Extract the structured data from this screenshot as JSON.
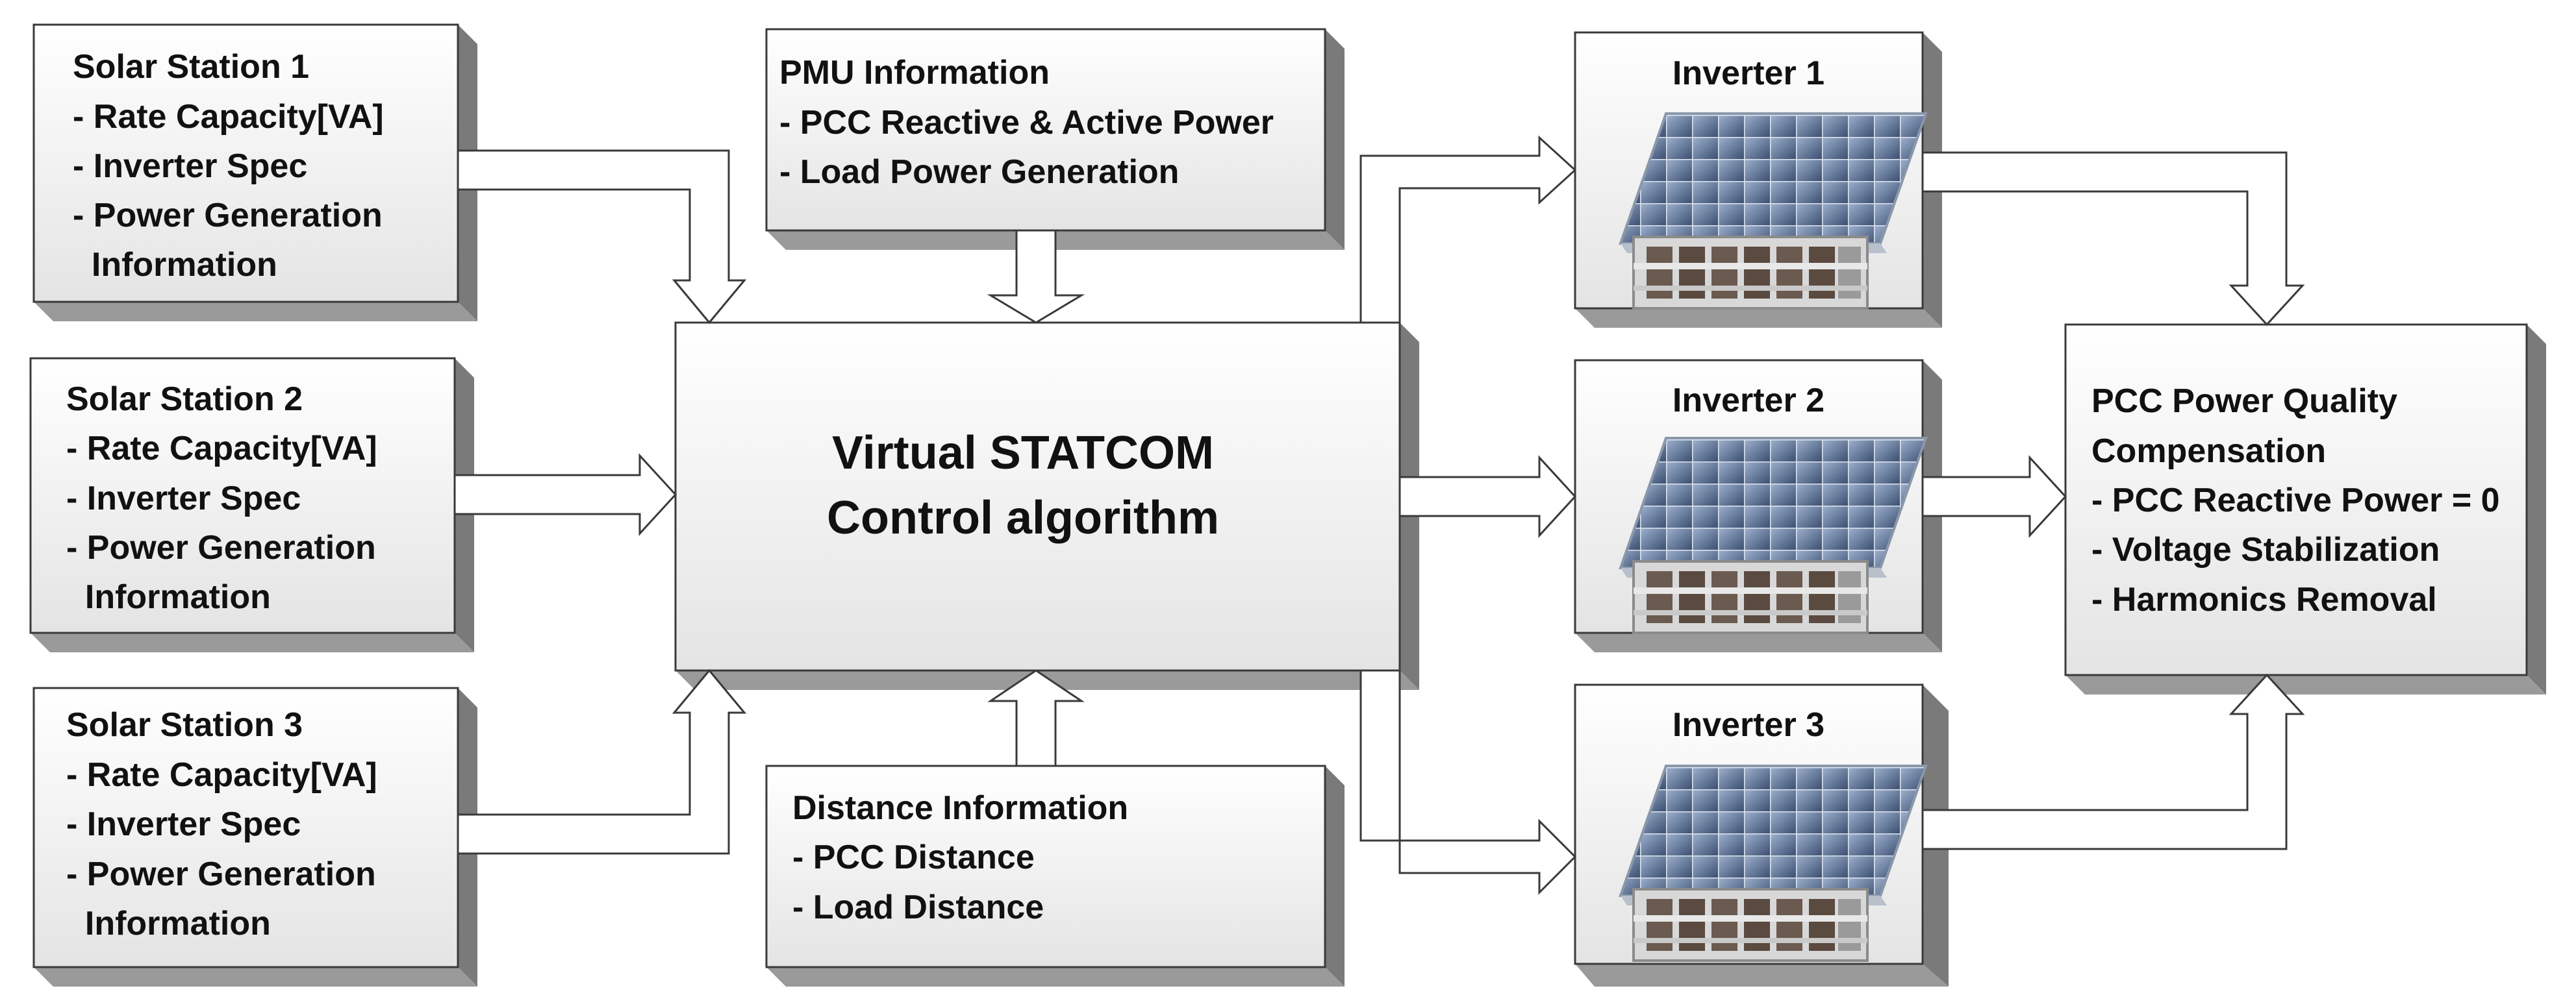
{
  "solar_stations": [
    {
      "title": "Solar Station 1",
      "lines": [
        "- Rate Capacity[VA]",
        "- Inverter Spec",
        "- Power Generation",
        "  Information"
      ]
    },
    {
      "title": "Solar Station 2",
      "lines": [
        "- Rate Capacity[VA]",
        "- Inverter Spec",
        "- Power Generation",
        "  Information"
      ]
    },
    {
      "title": "Solar Station 3",
      "lines": [
        "- Rate Capacity[VA]",
        "- Inverter Spec",
        "- Power Generation",
        "  Information"
      ]
    }
  ],
  "pmu": {
    "title": "PMU Information",
    "lines": [
      "- PCC Reactive & Active Power",
      "- Load Power Generation"
    ]
  },
  "distance": {
    "title": "Distance Information",
    "lines": [
      "- PCC Distance",
      "- Load Distance"
    ]
  },
  "controller": {
    "line1": "Virtual STATCOM",
    "line2": "Control algorithm"
  },
  "inverters": [
    {
      "title": "Inverter 1"
    },
    {
      "title": "Inverter 2"
    },
    {
      "title": "Inverter 3"
    }
  ],
  "pcc": {
    "lines": [
      "PCC Power Quality",
      "Compensation",
      "- PCC Reactive Power = 0",
      "- Voltage Stabilization",
      "- Harmonics Removal"
    ]
  },
  "colors": {
    "box_face": "#f2f2f2",
    "box_shadow": "#7a7a7a",
    "stroke": "#3a3a3a",
    "arrow_fill": "#ffffff"
  },
  "icons": {
    "inverter_image": "solar-panel-with-inverter-rack"
  }
}
